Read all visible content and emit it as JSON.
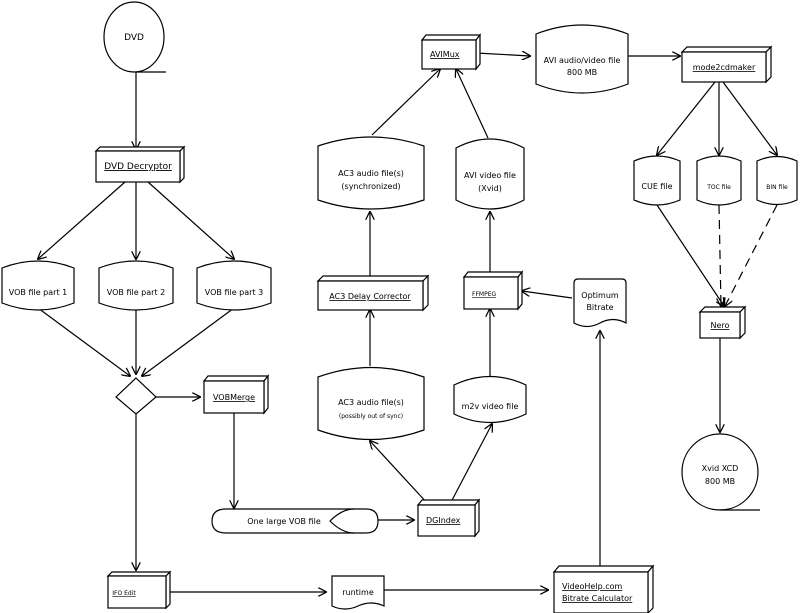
{
  "nodes": {
    "dvd": "DVD",
    "dvd_decryptor": "DVD Decryptor",
    "vob1": "VOB file part 1",
    "vob2": "VOB file part 2",
    "vob3": "VOB file part 3",
    "vobmerge": "VOBMerge",
    "one_large_vob": "One large VOB file",
    "ifo_edit": "IFO Edit",
    "runtime": "runtime",
    "videohelp_1": "VideoHelp.com",
    "videohelp_2": "Bitrate Calculator",
    "dgindex": "DGIndex",
    "ac3_oos_1": "AC3 audio file(s)",
    "ac3_oos_2": "(possibly out of sync)",
    "m2v": "m2v video file",
    "ac3_delay": "AC3 Delay Corrector",
    "ffmpeg": "FFMPEG",
    "optimum_1": "Optimum",
    "optimum_2": "Bitrate",
    "ac3_sync_1": "AC3 audio file(s)",
    "ac3_sync_2": "(synchronized)",
    "avi_video_1": "AVI video file",
    "avi_video_2": "(Xvid)",
    "avimux": "AVIMux",
    "avi_av_1": "AVI audio/video file",
    "avi_av_2": "800 MB",
    "mode2cdmaker": "mode2cdmaker",
    "cue": "CUE file",
    "toc": "TOC file",
    "bin": "BIN file",
    "nero": "Nero",
    "xcd_1": "Xvid XCD",
    "xcd_2": "800 MB"
  }
}
